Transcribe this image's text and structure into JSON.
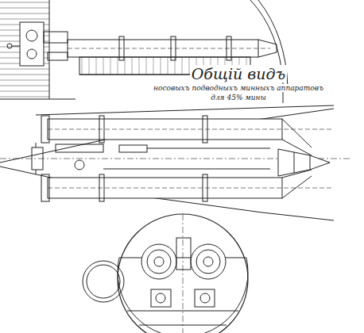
{
  "diagram": {
    "title": "Общій видъ",
    "labels": [
      "носовыхъ подводныхъ минныхъ аппаратовъ",
      "для 45% мины"
    ]
  }
}
